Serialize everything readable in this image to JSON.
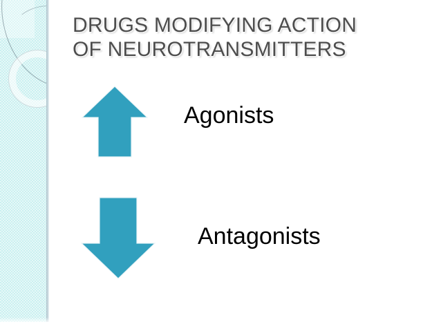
{
  "slide": {
    "title": "DRUGS MODIFYING ACTION\nOF NEUROTRANSMITTERS",
    "title_line_1": "DRUGS MODIFYING ACTION",
    "title_line_2": "OF NEUROTRANSMITTERS",
    "items": [
      {
        "label": "Agonists",
        "icon": "arrow-up-icon"
      },
      {
        "label": "Antagonists",
        "icon": "arrow-down-icon"
      }
    ],
    "colors": {
      "title_text": "#4d4d4d",
      "body_text": "#000000",
      "arrow": "#31a0be",
      "side_panel": "#c9f0f0",
      "background": "#ffffff"
    },
    "decoration": {
      "side_panel_name": "decorative-side-band",
      "shapes": [
        "ring",
        "arc",
        "light-block"
      ]
    }
  }
}
